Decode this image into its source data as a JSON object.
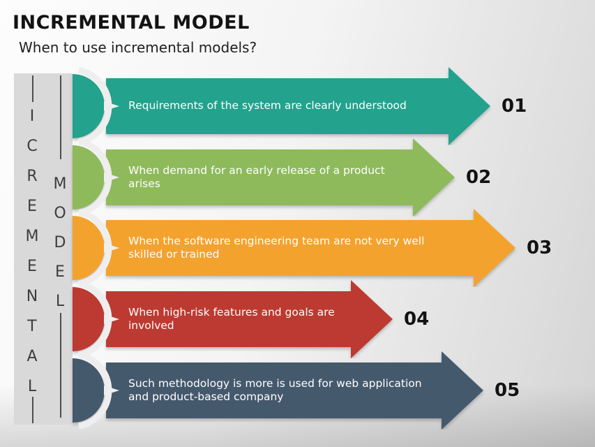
{
  "slide": {
    "title": "INCREMENTAL MODEL",
    "subtitle": "When to use incremental models?"
  },
  "left_panel": {
    "word_primary": {
      "letters": [
        "I",
        "C",
        "R",
        "E",
        "M",
        "E",
        "N",
        "T",
        "A",
        "L"
      ]
    },
    "word_secondary": {
      "letters": [
        "M",
        "O",
        "D",
        "E",
        "L"
      ]
    }
  },
  "arrows": [
    {
      "number": "01",
      "color": "#23a28d",
      "lines": [
        "Requirements of the system are clearly understood"
      ]
    },
    {
      "number": "02",
      "color": "#8eba5b",
      "lines": [
        "When demand for an early release of a product",
        "arises"
      ]
    },
    {
      "number": "03",
      "color": "#f4a22e",
      "lines": [
        "When the software engineering team are not very well",
        "skilled or trained"
      ]
    },
    {
      "number": "04",
      "color": "#bc3a31",
      "lines": [
        "When high-risk features and goals are",
        "involved"
      ]
    },
    {
      "number": "05",
      "color": "#45596d",
      "lines": [
        "Such methodology is more is used for web application",
        "and product-based company"
      ]
    }
  ],
  "colors": {
    "panel_gray": "#d9d9d9",
    "letter_gray": "#3d3d3d",
    "arrow_text": "#ffffff",
    "number_black": "#121212",
    "background_light": "#f4f4f4"
  }
}
